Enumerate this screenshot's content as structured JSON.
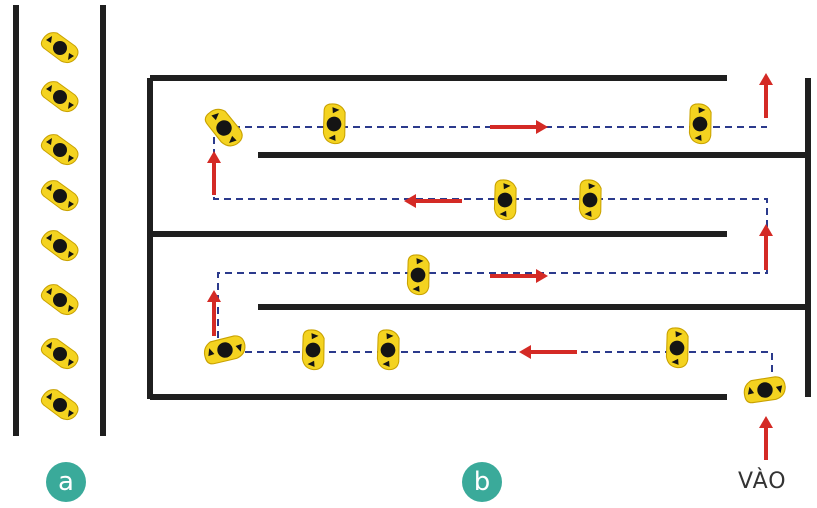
{
  "colors": {
    "wall": "#1f1f1f",
    "path": "#2b3a8c",
    "arrow": "#d42a25",
    "cutter_body": "#f4d320",
    "cutter_edge": "#c9a200",
    "cutter_hub": "#141414",
    "badge": "#3aaa9a"
  },
  "icons": {
    "cutter": "indexable-cutting-insert-icon",
    "flow": "direction-arrow-icon"
  },
  "panel_a": {
    "label": "a",
    "insert_count": 8
  },
  "panel_b": {
    "label": "b",
    "entry_label": "VÀO",
    "lanes": [
      {
        "flow": "right",
        "inserts": 3
      },
      {
        "flow": "left",
        "inserts": 2
      },
      {
        "flow": "right",
        "inserts": 1
      },
      {
        "flow": "left",
        "inserts": 4
      }
    ],
    "entry_inserts": 1
  }
}
